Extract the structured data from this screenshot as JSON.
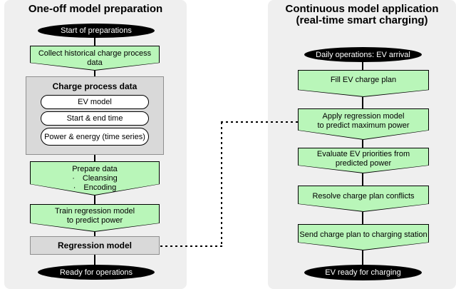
{
  "colors": {
    "panel_bg": "#efefef",
    "box_fill": "#d9d9d9",
    "box_border": "#8f8f8f",
    "green_fill": "#b9f6b9",
    "shape_border": "#000000",
    "terminal_fill": "#000000",
    "terminal_text": "#ffffff"
  },
  "left_panel": {
    "title": "One-off model preparation",
    "start_terminal": "Start of preparations",
    "collect_step": {
      "lines": [
        "Collect historical charge process",
        "data"
      ]
    },
    "data_box": {
      "title": "Charge process data",
      "items": [
        "EV model",
        "Start & end time",
        "Power & energy (time series)"
      ]
    },
    "prepare_step": {
      "title": "Prepare data",
      "bullet_marker": "·",
      "bullets": [
        "Cleansing",
        "Encoding"
      ]
    },
    "train_step": {
      "lines": [
        "Train regression model",
        "to predict power"
      ]
    },
    "model_box": "Regression model",
    "end_terminal": "Ready for operations"
  },
  "right_panel": {
    "title_lines": [
      "Continuous model application",
      "(real-time smart charging)"
    ],
    "start_terminal": "Daily operations: EV arrival",
    "steps": [
      {
        "lines": [
          "Fill EV charge plan"
        ]
      },
      {
        "lines": [
          "Apply regression model",
          "to predict maximum power"
        ]
      },
      {
        "lines": [
          "Evaluate EV priorities from",
          "predicted power"
        ]
      },
      {
        "lines": [
          "Resolve charge plan conflicts"
        ]
      },
      {
        "lines": [
          "Send charge plan to charging station"
        ]
      }
    ],
    "end_terminal": "EV ready for charging"
  }
}
